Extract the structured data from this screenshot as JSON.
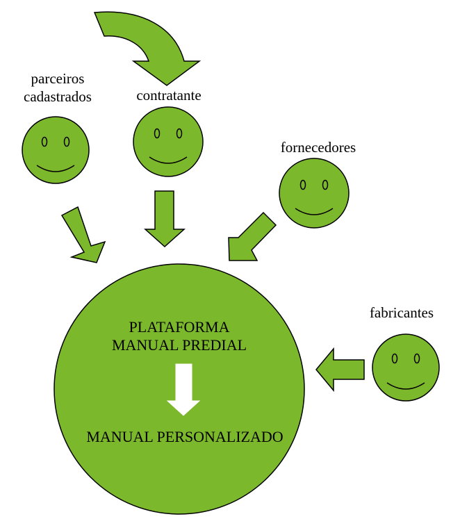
{
  "colors": {
    "fill": "#7cb82c",
    "stroke": "#000000",
    "inner_arrow": "#ffffff",
    "background": "#ffffff"
  },
  "stakeholders": [
    {
      "id": "parceiros",
      "label_line1": "parceiros",
      "label_line2": "cadastrados",
      "icon": "smiley-face-icon"
    },
    {
      "id": "contratante",
      "label_line1": "contratante",
      "icon": "smiley-face-icon"
    },
    {
      "id": "fornecedores",
      "label_line1": "fornecedores",
      "icon": "smiley-face-icon"
    },
    {
      "id": "fabricantes",
      "label_line1": "fabricantes",
      "icon": "smiley-face-icon"
    }
  ],
  "center": {
    "title_line1": "PLATAFORMA",
    "title_line2": "MANUAL PREDIAL",
    "output": "MANUAL PERSONALIZADO"
  }
}
